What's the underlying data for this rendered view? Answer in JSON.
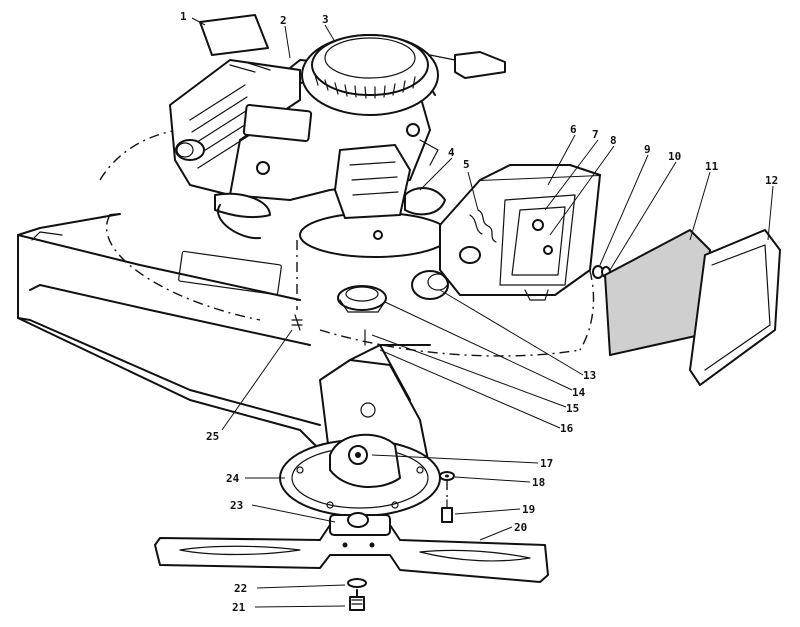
{
  "diagram": {
    "ink_color": "#111111",
    "background_color": "#ffffff",
    "callouts": [
      {
        "label": "1"
      },
      {
        "label": "2"
      },
      {
        "label": "3"
      },
      {
        "label": "4"
      },
      {
        "label": "5"
      },
      {
        "label": "6"
      },
      {
        "label": "7"
      },
      {
        "label": "8"
      },
      {
        "label": "9"
      },
      {
        "label": "10"
      },
      {
        "label": "11"
      },
      {
        "label": "12"
      },
      {
        "label": "13"
      },
      {
        "label": "14"
      },
      {
        "label": "15"
      },
      {
        "label": "16"
      },
      {
        "label": "17"
      },
      {
        "label": "18"
      },
      {
        "label": "19"
      },
      {
        "label": "20"
      },
      {
        "label": "21"
      },
      {
        "label": "22"
      },
      {
        "label": "23"
      },
      {
        "label": "24"
      },
      {
        "label": "25"
      }
    ]
  }
}
